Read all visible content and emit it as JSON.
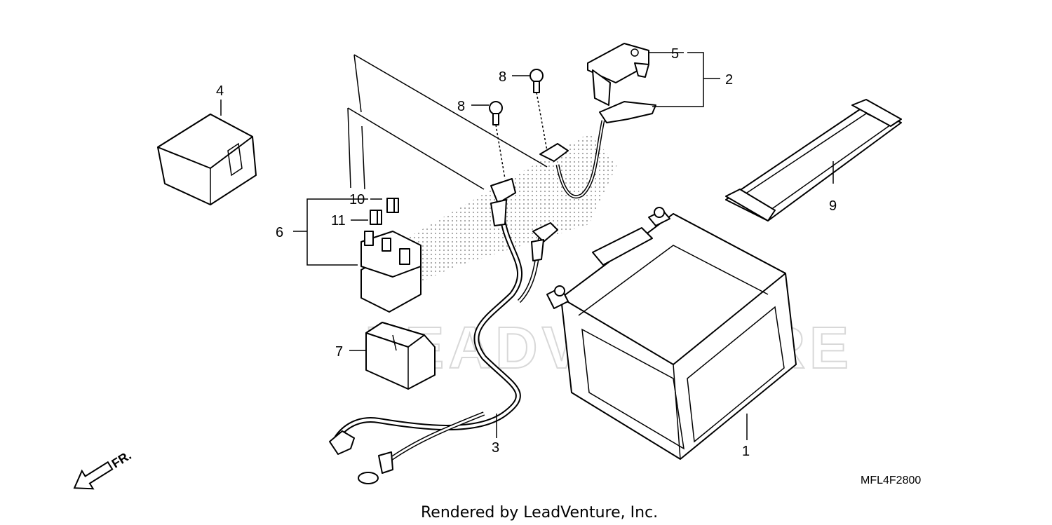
{
  "diagram_code": "MFL4F2800",
  "footer_text": "Rendered by LeadVenture, Inc.",
  "watermark_text": "LEADVENTURE",
  "direction_indicator": "FR.",
  "callouts": {
    "c1": "1",
    "c2": "2",
    "c3": "3",
    "c4": "4",
    "c5": "5",
    "c6": "6",
    "c7": "7",
    "c8a": "8",
    "c8b": "8",
    "c9": "9",
    "c10": "10",
    "c11": "11"
  }
}
